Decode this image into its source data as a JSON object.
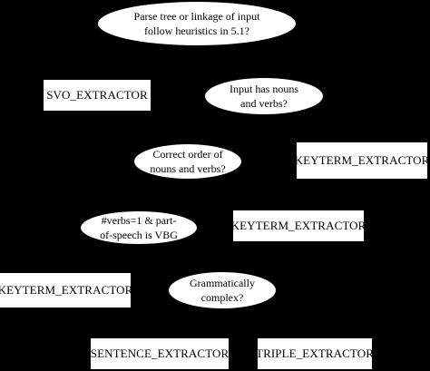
{
  "decisions": [
    {
      "lines": [
        "Parse tree or linkage of input",
        "follow heuristics in 5.1?"
      ]
    },
    {
      "lines": [
        "Input has nouns",
        "and verbs?"
      ]
    },
    {
      "lines": [
        "Correct order of",
        "nouns and verbs?"
      ]
    },
    {
      "lines": [
        "#verbs=1 & part-",
        "of-speech is VBG"
      ]
    },
    {
      "lines": [
        "Grammatically",
        "complex?"
      ]
    }
  ],
  "extractors": [
    {
      "label": "SVO_EXTRACTOR"
    },
    {
      "label": "KEYTERM_EXTRACTOR"
    },
    {
      "label": "KEYTERM_EXTRACTOR"
    },
    {
      "label": "KEYTERM_EXTRACTOR"
    },
    {
      "label": "SENTENCE_EXTRACTOR"
    },
    {
      "label": "TRIPLE_EXTRACTOR"
    }
  ],
  "colors": {
    "background": "#000000",
    "node_fill": "#ffffff",
    "text": "#000000"
  }
}
